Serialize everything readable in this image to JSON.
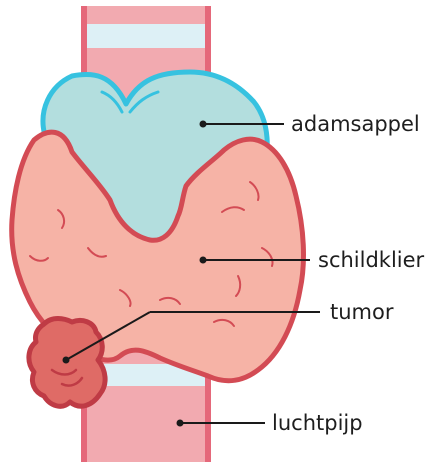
{
  "labels": {
    "adams_apple": "adamsappel",
    "thyroid": "schildklier",
    "tumor": "tumor",
    "trachea": "luchtpijp"
  },
  "colors": {
    "trachea_fill": "#f2aab0",
    "trachea_edge": "#e5687a",
    "trachea_ring": "#ddf0f6",
    "cartilage_fill": "#b3dede",
    "cartilage_edge": "#36c2e0",
    "thyroid_fill": "#f6b3a6",
    "thyroid_edge": "#d34b54",
    "tumor_fill": "#df6b66",
    "tumor_edge": "#bf3b45",
    "leader_line": "#1a1a1a",
    "text": "#1e1e1e"
  }
}
